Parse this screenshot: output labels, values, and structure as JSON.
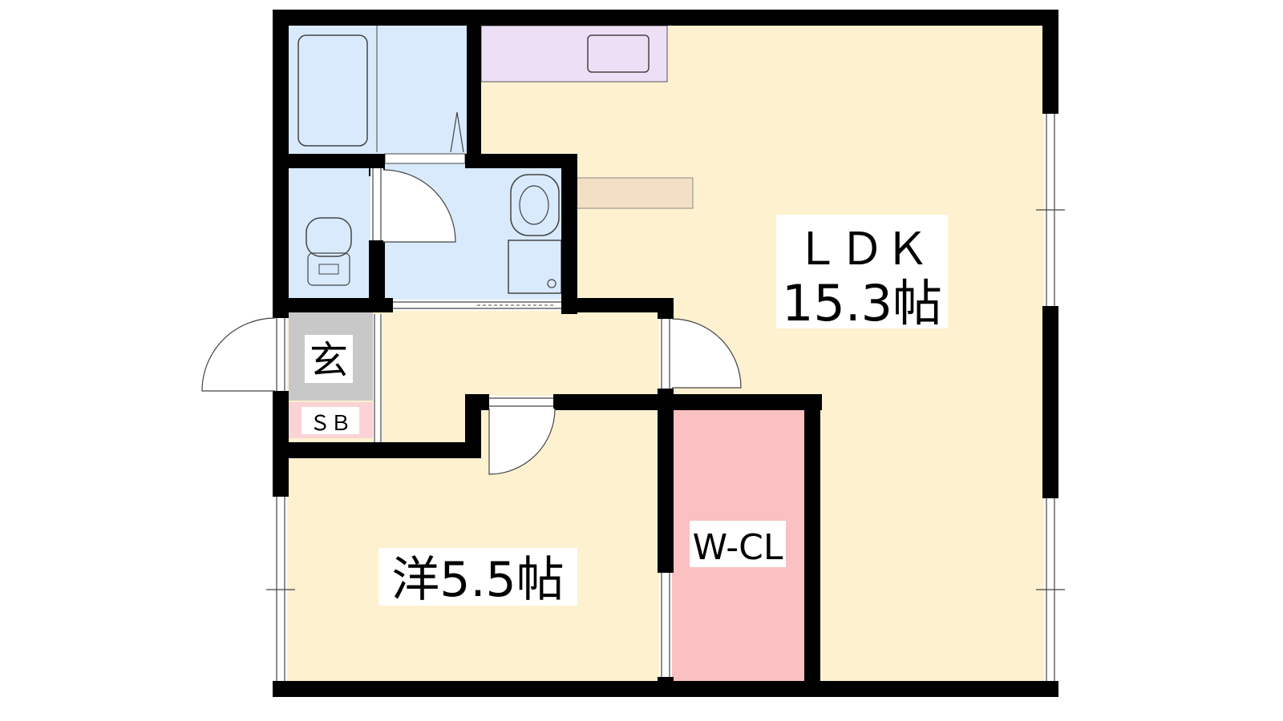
{
  "labels": {
    "ldk_name": "ＬＤＫ",
    "ldk_size": "15.3帖",
    "western_room": "洋5.5帖",
    "entrance": "玄",
    "shoe_box": "ＳＢ",
    "walk_in_closet": "W-CL"
  },
  "colors": {
    "wall": "#000000",
    "living_floor": "#fdf1d0",
    "wet_area": "#d9eafd",
    "kitchen": "#ede0f6",
    "entrance_floor": "#c8c8c8",
    "shoe_box": "#fbd2d6",
    "closet": "#fbc0c1",
    "counter": "#f2dfc4"
  }
}
